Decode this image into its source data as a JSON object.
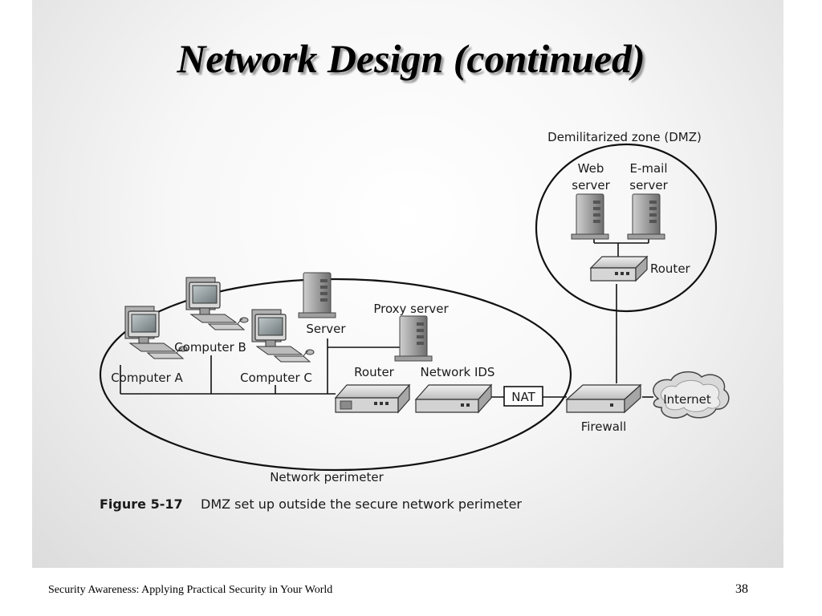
{
  "slide": {
    "title": "Network Design (continued)",
    "footer": "Security Awareness: Applying Practical Security in Your World",
    "page_number": "38"
  },
  "figure": {
    "label": "Figure 5-17",
    "caption": "DMZ set up outside the secure network perimeter"
  },
  "labels": {
    "dmz": "Demilitarized zone (DMZ)",
    "web_server_1": "Web",
    "web_server_2": "server",
    "email_server_1": "E-mail",
    "email_server_2": "server",
    "dmz_router": "Router",
    "server": "Server",
    "proxy_server": "Proxy server",
    "computer_a": "Computer A",
    "computer_b": "Computer B",
    "computer_c": "Computer C",
    "router": "Router",
    "network_ids": "Network IDS",
    "nat": "NAT",
    "firewall": "Firewall",
    "internet": "Internet",
    "network_perimeter": "Network perimeter"
  }
}
